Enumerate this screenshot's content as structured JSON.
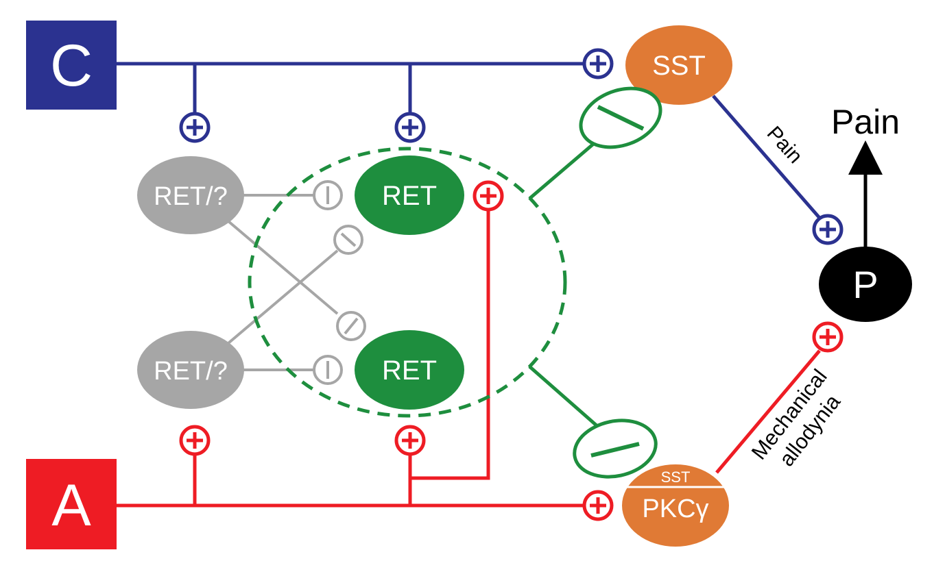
{
  "colors": {
    "c_fiber": "#2b3290",
    "a_fiber": "#ee1c24",
    "ret": "#1e8e3e",
    "ret_gray": "#a6a6a6",
    "inhibition": "#1e8e3e",
    "sst": "#e07a35",
    "output": "#000000",
    "background": "#ffffff"
  },
  "nodes": {
    "c_fiber": "C",
    "a_fiber": "A",
    "ret_gray_top": "RET/?",
    "ret_gray_bottom": "RET/?",
    "ret_top": "RET",
    "ret_bottom": "RET",
    "sst": "SST",
    "sst_pkcg_top": "SST",
    "sst_pkcg_bottom": "PKCγ",
    "p_neuron": "P"
  },
  "labels": {
    "output": "Pain",
    "c_pathway": "Pain",
    "a_pathway_line1": "Mechanical",
    "a_pathway_line2": "allodynia"
  },
  "symbols": {
    "excitatory": "+",
    "inhibitory": "−"
  }
}
